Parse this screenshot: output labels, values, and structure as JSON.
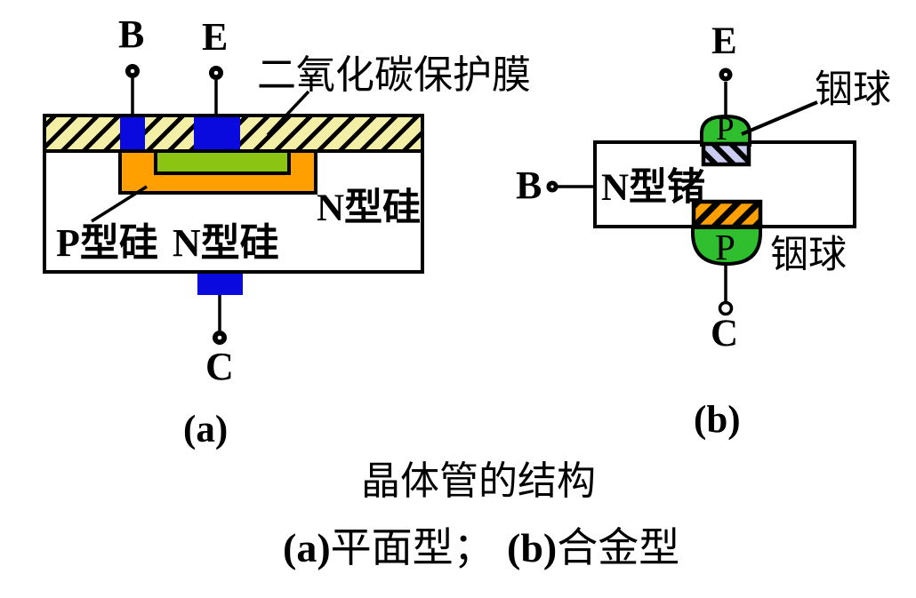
{
  "figure": {
    "title": "晶体管的结构",
    "subtitle_a_prefix": "(a)",
    "subtitle_a_text": "平面型；",
    "subtitle_b_prefix": "(b)",
    "subtitle_b_text": "合金型"
  },
  "diagram_a": {
    "caption": "(a)",
    "terminals": {
      "base": "B",
      "emitter": "E",
      "collector": "C"
    },
    "labels": {
      "protective_film": "二氧化碳保护膜",
      "p_silicon": "P型硅",
      "n_silicon": "N型硅",
      "n_silicon_substrate": "N型硅"
    }
  },
  "diagram_b": {
    "caption": "(b)",
    "terminals": {
      "base": "B",
      "emitter": "E",
      "collector": "C"
    },
    "labels": {
      "n_germanium": "N型锗",
      "indium_ball_top": "铟球",
      "indium_ball_bottom": "铟球",
      "p_region_top": "P",
      "p_region_bottom": "P"
    }
  },
  "colors": {
    "background": "#FFFFFF",
    "outline": "#000000",
    "film_fill": "#F4EFA6",
    "contact_blue": "#0A0ADF",
    "p_region_orange": "#FFA000",
    "n_emitter_green": "#8CC414",
    "indium_green": "#2EBE2E",
    "alloy_hatch_lavender": "#CCCCF2"
  }
}
